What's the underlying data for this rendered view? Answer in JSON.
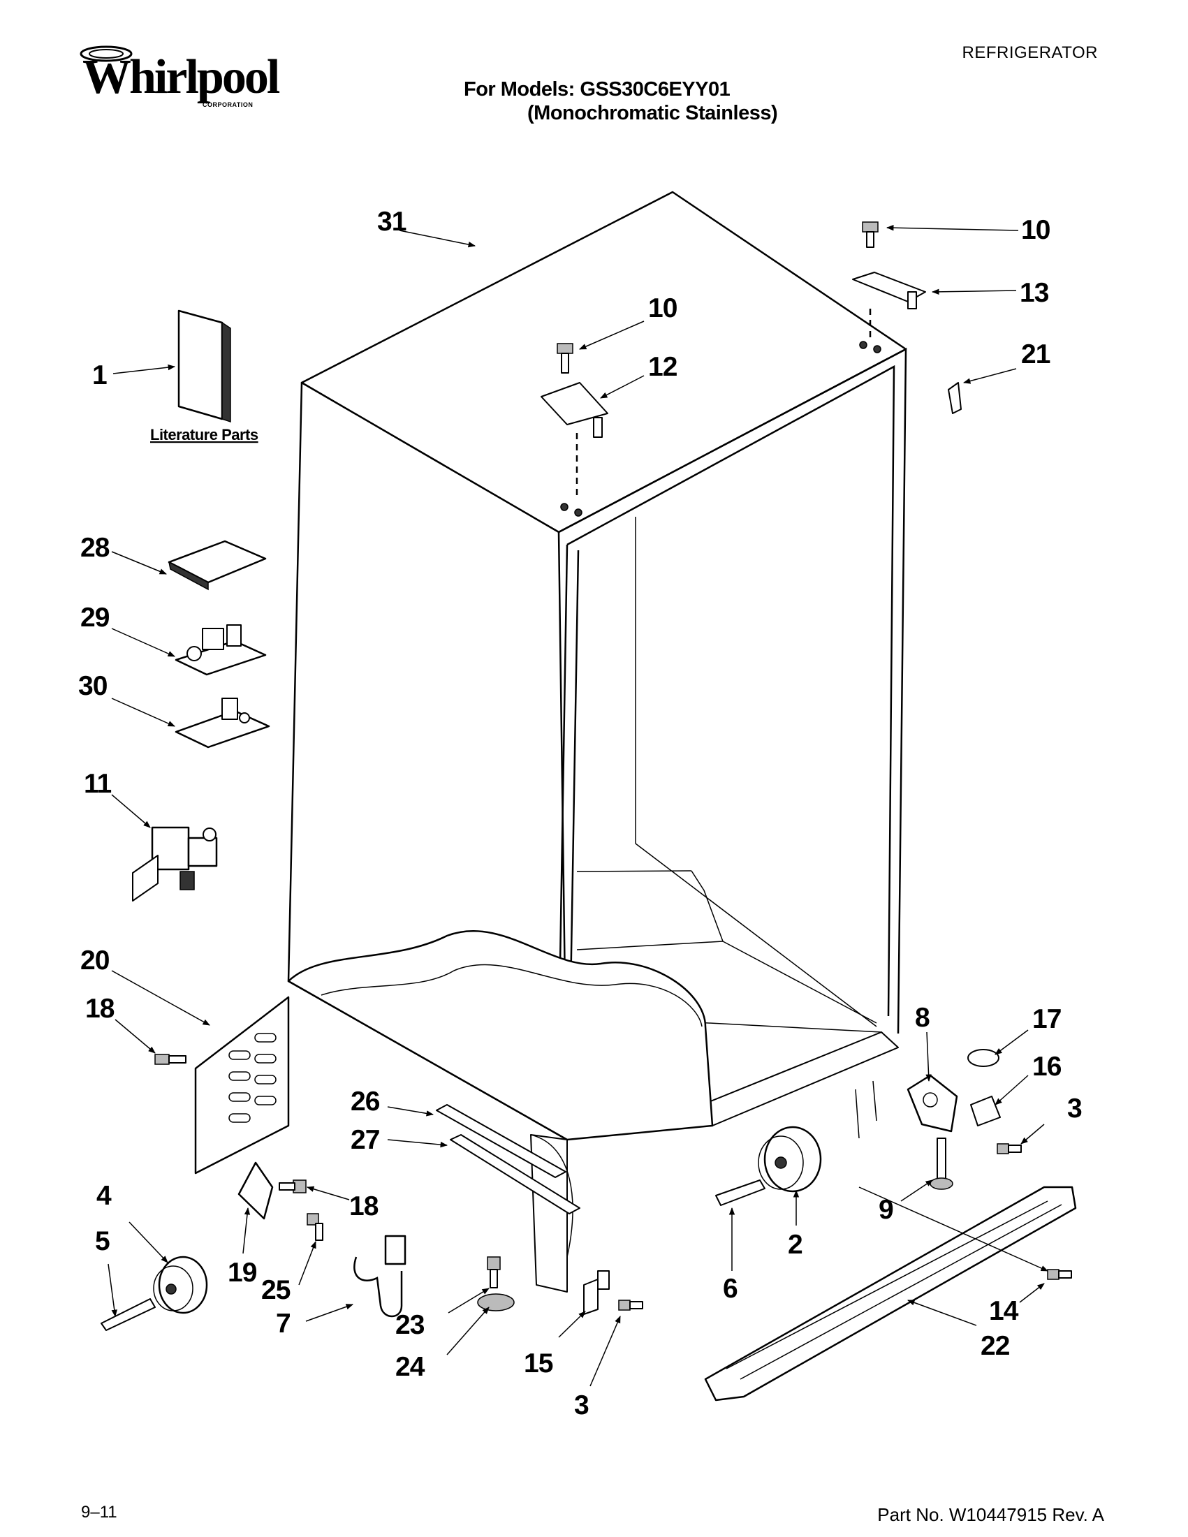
{
  "header": {
    "brand": "Whirlpool",
    "brand_sub": "CORPORATION",
    "doc_type": "REFRIGERATOR",
    "models_line": "For Models: GSS30C6EYY01",
    "variant_line": "(Monochromatic Stainless)"
  },
  "diagram": {
    "literature_label": "Literature Parts",
    "callouts": [
      "31",
      "10",
      "13",
      "21",
      "10",
      "12",
      "1",
      "28",
      "29",
      "30",
      "11",
      "20",
      "18",
      "26",
      "27",
      "8",
      "17",
      "16",
      "3",
      "9",
      "2",
      "6",
      "4",
      "5",
      "19",
      "18",
      "25",
      "7",
      "23",
      "24",
      "15",
      "3",
      "14",
      "22"
    ]
  },
  "footer": {
    "date_code": "9–11",
    "part_number": "Part No. W10447915 Rev. A"
  }
}
